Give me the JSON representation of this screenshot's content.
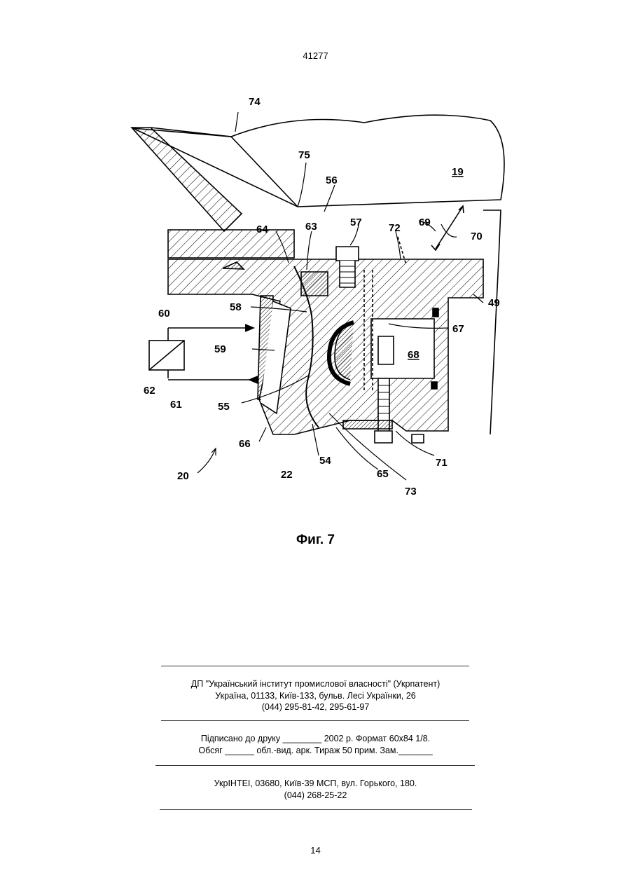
{
  "header": {
    "doc_number": "41277"
  },
  "figure": {
    "caption": "Фиг. 7",
    "labels": {
      "l74": "74",
      "l75": "75",
      "l19": "19",
      "l56": "56",
      "l64": "64",
      "l63": "63",
      "l57": "57",
      "l72": "72",
      "l69": "69",
      "l70": "70",
      "l49": "49",
      "l58": "58",
      "l60": "60",
      "l67": "67",
      "l59": "59",
      "l68": "68",
      "l62": "62",
      "l61": "61",
      "l55": "55",
      "l66": "66",
      "l54": "54",
      "l71": "71",
      "l65": "65",
      "l22": "22",
      "l20": "20",
      "l73": "73"
    }
  },
  "imprint": {
    "line1": "ДП \"Український інститут промислової власності\" (Укрпатент)",
    "line2": "Україна, 01133, Київ-133, бульв. Лесі Українки, 26",
    "line3": "(044) 295-81-42, 295-61-97",
    "line4": "Підписано до друку ________ 2002 р.    Формат 60х84 1/8.",
    "line5": "Обсяг ______ обл.-вид. арк.   Тираж 50 прим.    Зам._______",
    "line6": "УкрІНТЕІ, 03680, Київ-39 МСП, вул. Горького, 180.",
    "line7": "(044) 268-25-22"
  },
  "footer": {
    "page_number": "14"
  }
}
